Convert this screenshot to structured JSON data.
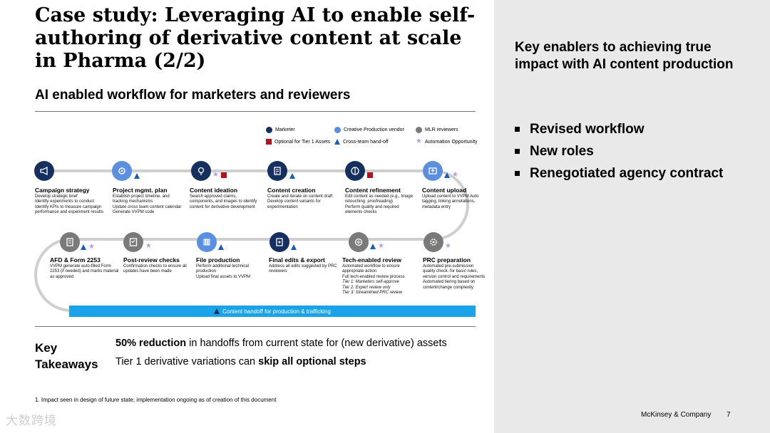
{
  "title": "Case study: Leveraging AI to enable self-authoring of derivative content at scale in Pharma (2/2)",
  "subtitle": "AI enabled workflow for marketers and reviewers",
  "legend": {
    "marketer": "Marketer",
    "creative": "Creative Production vendor",
    "mlr": "MLR reviewers",
    "optional": "Optional for Tier 1 Assets",
    "handoff": "Cross-team hand-off",
    "automation": "Automation Opportunity",
    "colors": {
      "marketer": "#15305e",
      "creative": "#5b8fe0",
      "mlr": "#7a7a7a",
      "optional": "#b3121c",
      "handoff": "#1a5fb4",
      "automation": "#b79de6"
    }
  },
  "steps_top": [
    {
      "title": "Campaign strategy",
      "lines": [
        "Develop strategic brief",
        "Identify experiments to conduct",
        "Identify KPIs to measure campaign performance and experiment results"
      ]
    },
    {
      "title": "Project mgmt. plan",
      "lines": [
        "Establish project timeline. and tracking mechanisms",
        "Update cross team content calendar",
        "Generate VVPM code"
      ]
    },
    {
      "title": "Content ideation",
      "lines": [
        "Search approved claims, components, and images to identify content for derivative development"
      ]
    },
    {
      "title": "Content creation",
      "lines": [
        "Create and iterate on content draft",
        "Develop content variants for experimentation"
      ]
    },
    {
      "title": "Content refinement",
      "lines": [
        "Edit content as needed (e.g., Image retouching. proofreading)",
        "Perform quality and required elements checks"
      ]
    },
    {
      "title": "Content upload",
      "lines": [
        "Upload content to VVPM Auto tagging, linking annotations, metadata entry"
      ]
    }
  ],
  "steps_bottom": [
    {
      "title": "AFD & Form 2253",
      "lines": [
        "VVPM generate auto-filled Form 2253 (if needed) and marks material as approved"
      ]
    },
    {
      "title": "Post-review checks",
      "lines": [
        "Confirmation checks to ensure all updates have been made"
      ]
    },
    {
      "title": "File production",
      "lines": [
        "Perform additional technical production",
        "Upload final assets to VVPM"
      ]
    },
    {
      "title": "Final edits & export",
      "lines": [
        "Address all edits suggested by PRC reviewers"
      ]
    },
    {
      "title": "Tech-enabled review",
      "lines": [
        "Automated workflow to ensure appropriate action",
        "Full tech-enabled review process",
        "Tier 1: Marketers self-approve",
        "Tier 2. Expert review only",
        "Tier 3: Streamlined PRC review"
      ]
    },
    {
      "title": "PRC preparation",
      "lines": [
        "Automated pre-submission quality check. for basic rules, version control and requirements",
        "Automated tiering based on content/change complexity"
      ]
    }
  ],
  "handoff_bar": "Content handoff for production & trafficking",
  "key_label": "Key Takeaways",
  "takeaway1": {
    "bold": "50% reduction",
    "rest": " in handoffs from current state for (new derivative) assets"
  },
  "takeaway2": {
    "rest": "Tier 1 derivative variations can ",
    "bold": "skip all optional steps"
  },
  "footnote": "1.   Impact seen in design of future state; implementation ongoing as of creation of this document",
  "watermark": "大数跨境",
  "right_title": "Key enablers to achieving true impact with AI content production",
  "right_bullets": [
    "Revised workflow",
    "New roles",
    "Renegotiated agency contract"
  ],
  "brand": "McKinsey & Company",
  "page": "7"
}
